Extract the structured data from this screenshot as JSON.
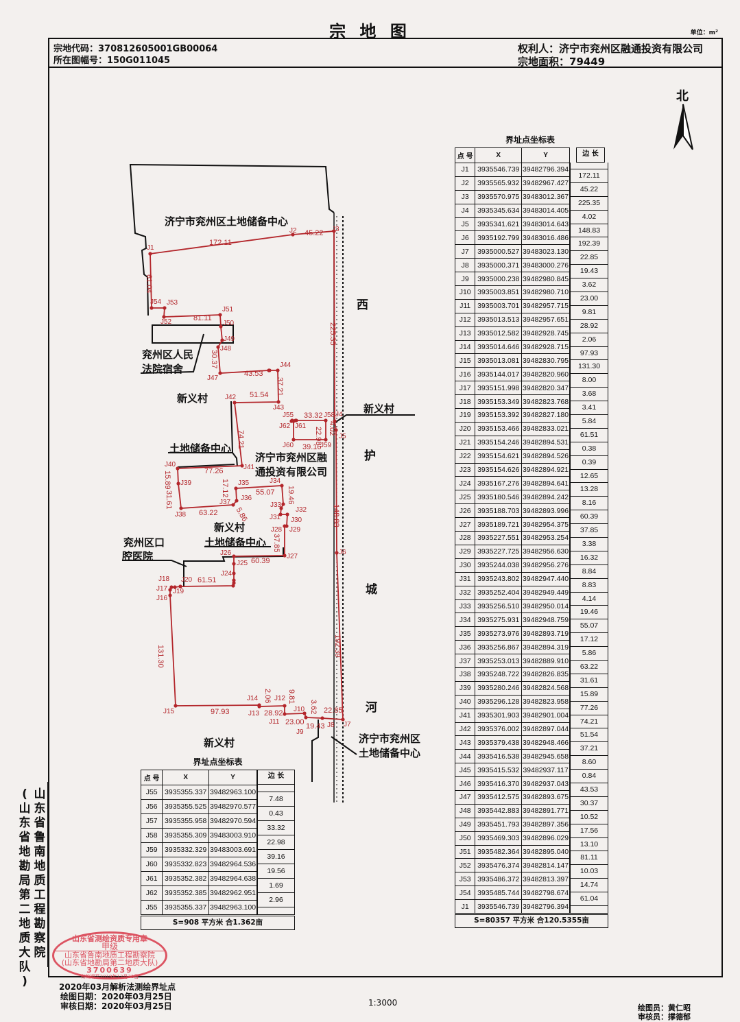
{
  "header": {
    "title": "宗 地 图",
    "unit": "单位：m²",
    "parcel_code": "宗地代码：370812605001GB00064",
    "sheet_no": "所在图幅号：150G011045",
    "owner": "权利人：济宁市兖州区融通投资有限公司",
    "area": "宗地面积：79449"
  },
  "north_label": "北",
  "map": {
    "neighbors": {
      "top": "济宁市兖州区土地储备中心",
      "court_dorm_1": "兖州区人民",
      "court_dorm_2": "法院宿舍",
      "village_1": "新义村",
      "land_reserve_1": "土地储备中心",
      "owner_1": "济宁市兖州区融",
      "owner_2": "通投资有限公司",
      "village_2": "新义村",
      "land_reserve_2": "土地储备中心",
      "hospital_1": "兖州区口",
      "hospital_2": "腔医院",
      "village_3": "新义村",
      "village_right": "新义村",
      "bottom_right_1": "济宁市兖州区",
      "bottom_right_2": "土地储备中心"
    },
    "river": [
      "西",
      "护",
      "城",
      "河"
    ],
    "point_labels": [
      "J1",
      "J2",
      "J3",
      "J4",
      "J5",
      "J6",
      "J7",
      "J8",
      "J9",
      "J10",
      "J11",
      "J12",
      "J13",
      "J14",
      "J15",
      "J16",
      "J17",
      "J18",
      "J19",
      "J20",
      "J24",
      "J25",
      "J26",
      "J27",
      "J28",
      "J29",
      "J30",
      "J31",
      "J32",
      "J33",
      "J34",
      "J35",
      "J36",
      "J37",
      "J38",
      "J39",
      "J40",
      "J41",
      "J42",
      "J43",
      "J44",
      "J47",
      "J48",
      "J49",
      "J50",
      "J51",
      "J52",
      "J53",
      "J54",
      "J55",
      "J58",
      "J59",
      "J60",
      "J61",
      "J62"
    ],
    "edge_labels": [
      "172.11",
      "45.22",
      "225.35",
      "61.04",
      "81.11",
      "30.37",
      "43.53",
      "37.21",
      "51.54",
      "74.21",
      "33.32",
      "22.98",
      "39.16",
      "4.02",
      "148.83",
      "192.39",
      "77.26",
      "15.89",
      "31.61",
      "63.22",
      "55.07",
      "17.12",
      "5.86",
      "19.46",
      "37.85",
      "60.39",
      "61.51",
      "131.30",
      "97.93",
      "2.06",
      "28.92",
      "9.81",
      "3.62",
      "23.00",
      "19.43",
      "22.85"
    ]
  },
  "main_table": {
    "title": "界址点坐标表",
    "headers": [
      "点 号",
      "X",
      "Y",
      "边 长"
    ],
    "rows": [
      [
        "J1",
        "3935546.739",
        "39482796.394"
      ],
      [
        "J2",
        "3935565.932",
        "39482967.427"
      ],
      [
        "J3",
        "3935570.975",
        "39483012.367"
      ],
      [
        "J4",
        "3935345.634",
        "39483014.405"
      ],
      [
        "J5",
        "3935341.621",
        "39483014.643"
      ],
      [
        "J6",
        "3935192.799",
        "39483016.486"
      ],
      [
        "J7",
        "3935000.527",
        "39483023.130"
      ],
      [
        "J8",
        "3935000.371",
        "39483000.276"
      ],
      [
        "J9",
        "3935000.238",
        "39482980.845"
      ],
      [
        "J10",
        "3935003.851",
        "39482980.710"
      ],
      [
        "J11",
        "3935003.701",
        "39482957.715"
      ],
      [
        "J12",
        "3935013.513",
        "39482957.651"
      ],
      [
        "J13",
        "3935012.582",
        "39482928.745"
      ],
      [
        "J14",
        "3935014.646",
        "39482928.715"
      ],
      [
        "J15",
        "3935013.081",
        "39482830.795"
      ],
      [
        "J16",
        "3935144.017",
        "39482820.960"
      ],
      [
        "J17",
        "3935151.998",
        "39482820.347"
      ],
      [
        "J18",
        "3935153.349",
        "39482823.768"
      ],
      [
        "J19",
        "3935153.392",
        "39482827.180"
      ],
      [
        "J20",
        "3935153.466",
        "39482833.021"
      ],
      [
        "J21",
        "3935154.246",
        "39482894.531"
      ],
      [
        "J22",
        "3935154.621",
        "39482894.526"
      ],
      [
        "J23",
        "3935154.626",
        "39482894.921"
      ],
      [
        "J24",
        "3935167.276",
        "39482894.641"
      ],
      [
        "J25",
        "3935180.546",
        "39482894.242"
      ],
      [
        "J26",
        "3935188.703",
        "39482893.996"
      ],
      [
        "J27",
        "3935189.721",
        "39482954.375"
      ],
      [
        "J28",
        "3935227.551",
        "39482953.254"
      ],
      [
        "J29",
        "3935227.725",
        "39482956.630"
      ],
      [
        "J30",
        "3935244.038",
        "39482956.276"
      ],
      [
        "J31",
        "3935243.802",
        "39482947.440"
      ],
      [
        "J32",
        "3935252.404",
        "39482949.449"
      ],
      [
        "J33",
        "3935256.510",
        "39482950.014"
      ],
      [
        "J34",
        "3935275.931",
        "39482948.759"
      ],
      [
        "J35",
        "3935273.976",
        "39482893.719"
      ],
      [
        "J36",
        "3935256.867",
        "39482894.319"
      ],
      [
        "J37",
        "3935253.013",
        "39482889.910"
      ],
      [
        "J38",
        "3935248.722",
        "39482826.835"
      ],
      [
        "J39",
        "3935280.246",
        "39482824.568"
      ],
      [
        "J40",
        "3935296.128",
        "39482823.958"
      ],
      [
        "J41",
        "3935301.903",
        "39482901.004"
      ],
      [
        "J42",
        "3935376.002",
        "39482897.044"
      ],
      [
        "J43",
        "3935379.438",
        "39482948.466"
      ],
      [
        "J44",
        "3935416.538",
        "39482945.658"
      ],
      [
        "J45",
        "3935415.532",
        "39482937.117"
      ],
      [
        "J46",
        "3935416.370",
        "39482937.043"
      ],
      [
        "J47",
        "3935412.575",
        "39482893.675"
      ],
      [
        "J48",
        "3935442.883",
        "39482891.771"
      ],
      [
        "J49",
        "3935451.793",
        "39482897.356"
      ],
      [
        "J50",
        "3935469.303",
        "39482896.029"
      ],
      [
        "J51",
        "3935482.364",
        "39482895.040"
      ],
      [
        "J52",
        "3935476.374",
        "39482814.147"
      ],
      [
        "J53",
        "3935486.372",
        "39482813.397"
      ],
      [
        "J54",
        "3935485.744",
        "39482798.674"
      ],
      [
        "J1",
        "3935546.739",
        "39482796.394"
      ]
    ],
    "edges": [
      "172.11",
      "45.22",
      "225.35",
      "4.02",
      "148.83",
      "192.39",
      "22.85",
      "19.43",
      "3.62",
      "23.00",
      "9.81",
      "28.92",
      "2.06",
      "97.93",
      "131.30",
      "8.00",
      "3.68",
      "3.41",
      "5.84",
      "61.51",
      "0.38",
      "0.39",
      "12.65",
      "13.28",
      "8.16",
      "60.39",
      "37.85",
      "3.38",
      "16.32",
      "8.84",
      "8.83",
      "4.14",
      "19.46",
      "55.07",
      "17.12",
      "5.86",
      "63.22",
      "31.61",
      "15.89",
      "77.26",
      "74.21",
      "51.54",
      "37.21",
      "8.60",
      "0.84",
      "43.53",
      "30.37",
      "10.52",
      "17.56",
      "13.10",
      "81.11",
      "10.03",
      "14.74",
      "61.04"
    ],
    "summary": "S=80357 平方米 合120.5355亩"
  },
  "small_table": {
    "title": "界址点坐标表",
    "headers": [
      "点 号",
      "X",
      "Y",
      "边 长"
    ],
    "rows": [
      [
        "J55",
        "3935355.337",
        "39482963.100"
      ],
      [
        "J56",
        "3935355.525",
        "39482970.577"
      ],
      [
        "J57",
        "3935355.958",
        "39482970.594"
      ],
      [
        "J58",
        "3935355.309",
        "39483003.910"
      ],
      [
        "J59",
        "3935332.329",
        "39483003.691"
      ],
      [
        "J60",
        "3935332.823",
        "39482964.536"
      ],
      [
        "J61",
        "3935352.382",
        "39482964.638"
      ],
      [
        "J62",
        "3935352.385",
        "39482962.951"
      ],
      [
        "J55",
        "3935355.337",
        "39482963.100"
      ]
    ],
    "edges": [
      "7.48",
      "0.43",
      "33.32",
      "22.98",
      "39.16",
      "19.56",
      "1.69",
      "2.96"
    ],
    "summary": "S=908 平方米 合1.362亩"
  },
  "side_text": {
    "col1": "(山东省地勘局第二地质大队)",
    "col2": "山东省鲁南地质工程勘察院"
  },
  "stamp": {
    "line1": "山东省测绘资质专用章",
    "line2": "甲级",
    "line3": "山东省鲁南地质工程勘察院",
    "line4": "(山东省地勘局第二地质大队)",
    "line5": "3700639",
    "line6": "有效期至2019年12月31日"
  },
  "footer": {
    "method": "2020年03月解析法测绘界址点",
    "draw_date": "绘图日期：2020年03月25日",
    "review_date": "审核日期：2020年03月25日",
    "scale": "1:3000",
    "drafter": "绘图员：黄仁昭",
    "reviewer": "审核员：撑德郁"
  },
  "colors": {
    "boundary": "#b3262b",
    "stamp": "#d8394a"
  }
}
